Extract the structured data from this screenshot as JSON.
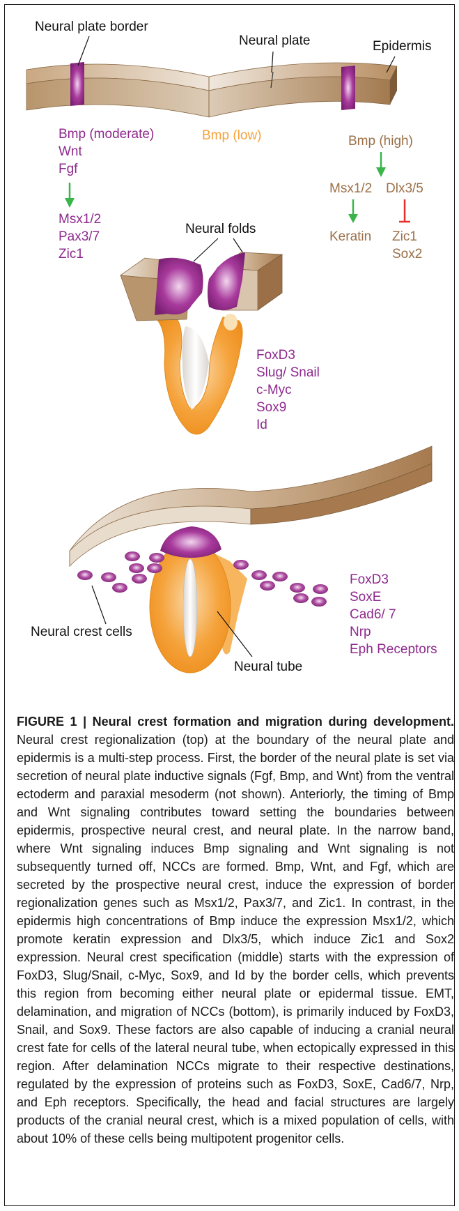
{
  "top": {
    "neural_plate_border": "Neural plate border",
    "neural_plate": "Neural plate",
    "epidermis": "Epidermis",
    "left_signals": [
      "Bmp (moderate)",
      "Wnt",
      "Fgf"
    ],
    "left_targets": [
      "Msx1/2",
      "Pax3/7",
      "Zic1"
    ],
    "center_signal": "Bmp (low)",
    "right_signal": "Bmp (high)",
    "right_mid_left": "Msx1/2",
    "right_mid_right": "Dlx3/5",
    "right_target_left": "Keratin",
    "right_target_right": [
      "Zic1",
      "Sox2"
    ]
  },
  "middle": {
    "neural_folds": "Neural folds",
    "genes": [
      "FoxD3",
      "Slug/ Snail",
      "c-Myc",
      "Sox9",
      "Id"
    ]
  },
  "bottom": {
    "neural_crest_cells": "Neural crest cells",
    "neural_tube": "Neural tube",
    "genes": [
      "FoxD3",
      "SoxE",
      "Cad6/ 7",
      "Nrp",
      "Eph Receptors"
    ]
  },
  "colors": {
    "purple": "#8e2a8e",
    "brown": "#9b7048",
    "orange_label": "#f5a23a",
    "green_arrow": "#3ab54a",
    "red_inhibit": "#e8302a"
  },
  "caption": {
    "title": "FIGURE 1 | Neural crest formation and migration during development.",
    "body": "Neural crest regionalization (top) at the boundary of the neural plate and epidermis is a multi-step process. First, the border of the neural plate is set via secretion of neural plate inductive signals (Fgf, Bmp, and Wnt) from the ventral ectoderm and paraxial mesoderm (not shown). Anteriorly, the timing of Bmp and Wnt signaling contributes toward setting the boundaries between epidermis, prospective neural crest, and neural plate. In the narrow band, where Wnt signaling induces Bmp signaling and Wnt signaling is not subsequently turned off, NCCs are formed. Bmp, Wnt, and Fgf, which are secreted by the prospective neural crest, induce the expression of border regionalization genes such as Msx1/2, Pax3/7, and Zic1. In contrast, in the epidermis high concentrations of Bmp induce the expression Msx1/2, which promote keratin expression and Dlx3/5, which induce Zic1 and Sox2 expression. Neural crest specification (middle) starts with the expression of FoxD3, Slug/Snail, c-Myc, Sox9, and Id by the border cells, which prevents this region from becoming either neural plate or epidermal tissue. EMT, delamination, and migration of NCCs (bottom), is primarily induced by FoxD3, Snail, and Sox9. These factors are also capable of inducing a cranial neural crest fate for cells of the lateral neural tube, when ectopically expressed in this region. After delamination NCCs migrate to their respective destinations, regulated by the expression of proteins such as FoxD3, SoxE, Cad6/7, Nrp, and Eph receptors. Specifically, the head and facial structures are largely products of the cranial neural crest, which is a mixed population of cells, with about 10% of these cells being multipotent progenitor cells."
  }
}
